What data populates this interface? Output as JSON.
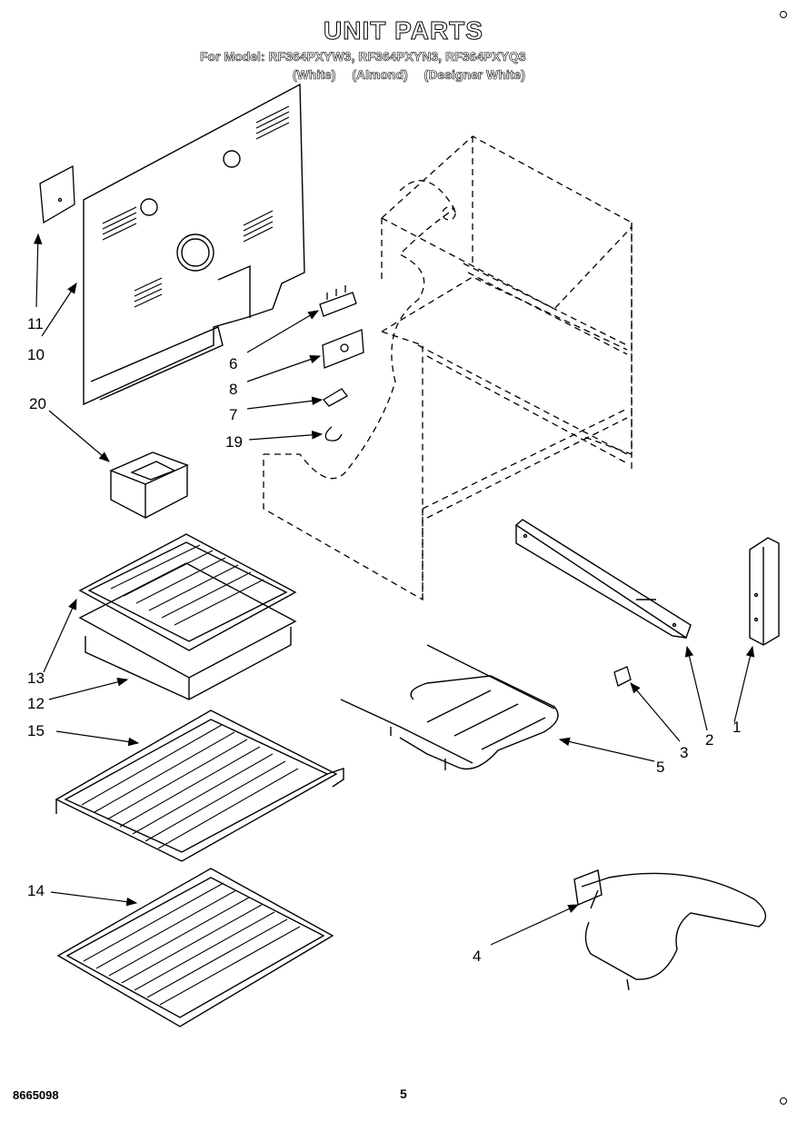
{
  "header": {
    "title": "UNIT PARTS",
    "model_line": "For Model: RF364PXYW3, RF364PXYN3, RF364PXYQ3",
    "colors": [
      "(White)",
      "(Almond)",
      "(Designer White)"
    ]
  },
  "callouts": [
    {
      "num": "1"
    },
    {
      "num": "2"
    },
    {
      "num": "3"
    },
    {
      "num": "4"
    },
    {
      "num": "5"
    },
    {
      "num": "6"
    },
    {
      "num": "7"
    },
    {
      "num": "8"
    },
    {
      "num": "10"
    },
    {
      "num": "11"
    },
    {
      "num": "12"
    },
    {
      "num": "13"
    },
    {
      "num": "14"
    },
    {
      "num": "15"
    },
    {
      "num": "19"
    },
    {
      "num": "20"
    }
  ],
  "footer": {
    "doc_number": "8665098",
    "page_number": "5"
  }
}
